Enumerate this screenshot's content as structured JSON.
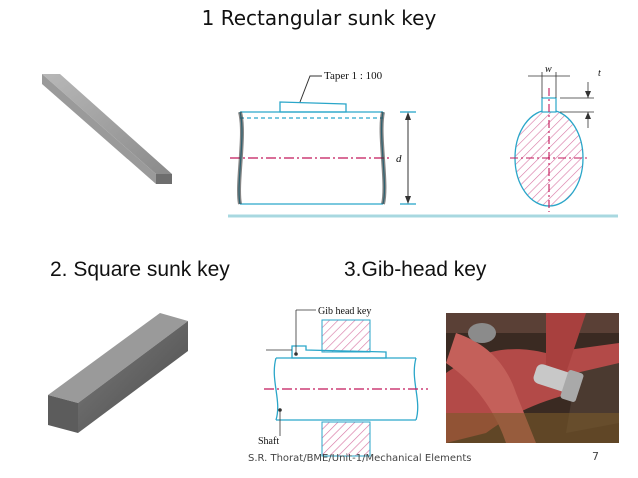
{
  "slide": {
    "title": "1 Rectangular sunk key",
    "heading_square": "2. Square sunk key",
    "heading_gib": "3.Gib-head key",
    "footer": "S.R. Thorat/BME/Unit-1/Mechanical Elements",
    "page_number": "7"
  },
  "figure_rect": {
    "taper_label": "Taper 1 : 100",
    "d_label": "d",
    "w_label": "w",
    "t_label": "t"
  },
  "figure_gib": {
    "gib_label": "Gib head key",
    "shaft_label": "Shaft"
  },
  "colors": {
    "drawing_line": "#2aa6c9",
    "center_line": "#c2185b",
    "hatch": "#d87aa6",
    "steel": "#8c8c8c"
  }
}
